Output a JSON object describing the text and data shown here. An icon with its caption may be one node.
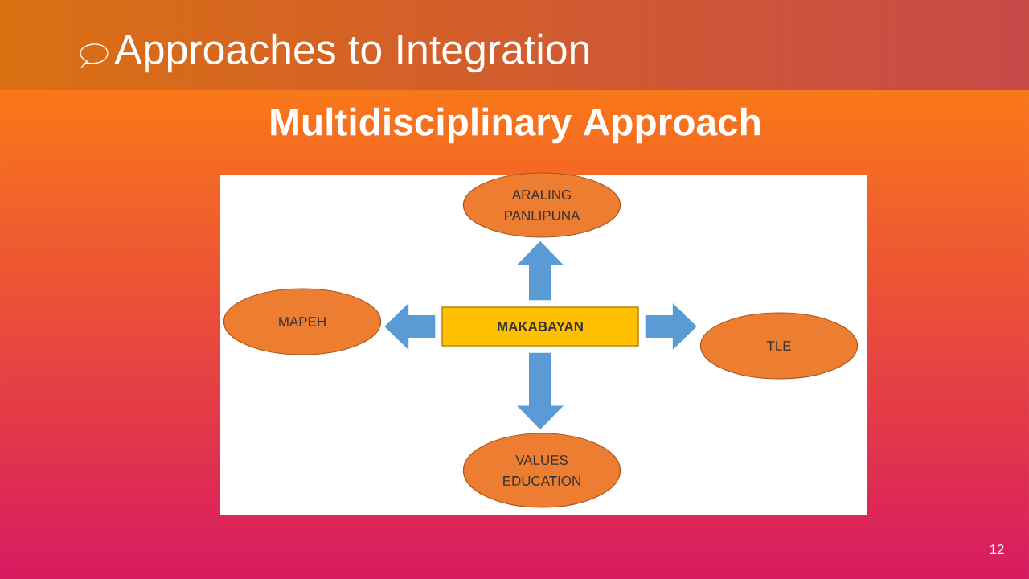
{
  "diagram": {
    "title": "Approaches to Integration",
    "nodes": [
      {
        "text": [
          "MAKABAYAN"
        ]
      },
      {
        "text": [
          "ARALING PANLIPUNA"
        ]
      },
      {
        "text": [
          "MAPEH"
        ]
      },
      {
        "text": [
          "TLE"
        ]
      },
      {
        "text": [
          "VALUES EDUCATION"
        ]
      }
    ],
    "edges": [
      {
        "from": 0,
        "to": 1,
        "arrow": "to"
      },
      {
        "from": 0,
        "to": 2,
        "arrow": "to"
      },
      {
        "from": 0,
        "to": 3,
        "arrow": "to"
      },
      {
        "from": 0,
        "to": 4,
        "arrow": "to"
      }
    ],
    "labels": [
      "Multidisciplinary Approach",
      "12"
    ]
  }
}
